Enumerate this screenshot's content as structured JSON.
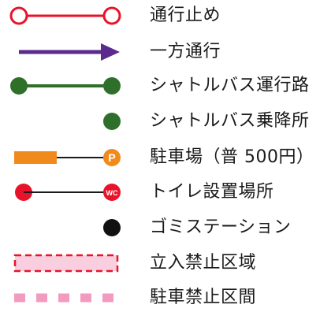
{
  "legend": {
    "items": [
      {
        "key": "road-closed",
        "label": "通行止め",
        "color": "#e8132b"
      },
      {
        "key": "one-way",
        "label": "一方通行",
        "color": "#5a2a8c"
      },
      {
        "key": "shuttle-route",
        "label": "シャトルバス運行路",
        "color": "#2e6f2a"
      },
      {
        "key": "shuttle-stop",
        "label": "シャトルバス乗降所",
        "color": "#2e6f2a"
      },
      {
        "key": "parking",
        "label": "駐車場（普 500円）",
        "color": "#f08a1c",
        "marker_text": "P"
      },
      {
        "key": "toilet",
        "label": "トイレ設置場所",
        "color": "#e8132b",
        "marker_text": "WC"
      },
      {
        "key": "garbage",
        "label": "ゴミステーション",
        "color": "#111111"
      },
      {
        "key": "no-entry",
        "label": "立入禁止区域",
        "color": "#e8132b",
        "fill": "#f9cfe0"
      },
      {
        "key": "no-parking",
        "label": "駐車禁止区間",
        "color": "#f39ac0"
      }
    ]
  }
}
